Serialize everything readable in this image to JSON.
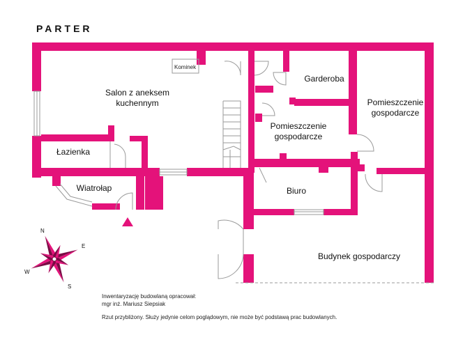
{
  "title": "PARTER",
  "rooms": {
    "salon": [
      "Salon z aneksem",
      "kuchennym"
    ],
    "kominek": "Kominek",
    "garderoba": "Garderoba",
    "pom_gosp_1": [
      "Pomieszczenie",
      "gospodarcze"
    ],
    "pom_gosp_2": [
      "Pomieszczenie",
      "gospodarcze"
    ],
    "lazienka": "Łazienka",
    "wiatrolap": "Wiatrołap",
    "biuro": "Biuro",
    "budynek": "Budynek gospodarczy"
  },
  "compass": {
    "n": "N",
    "e": "E",
    "s": "S",
    "w": "W"
  },
  "footer": {
    "line1": "Inwentaryzację budowlaną opracował:",
    "line2": "mgr inż. Mariusz Siepsiak",
    "line3": "Rzut przybliżony. Służy jedynie celom poglądowym, nie może być podstawą prac budowlanych."
  },
  "colors": {
    "wall": "#e4127a",
    "thin": "#9a9a9a",
    "text": "#111111"
  }
}
